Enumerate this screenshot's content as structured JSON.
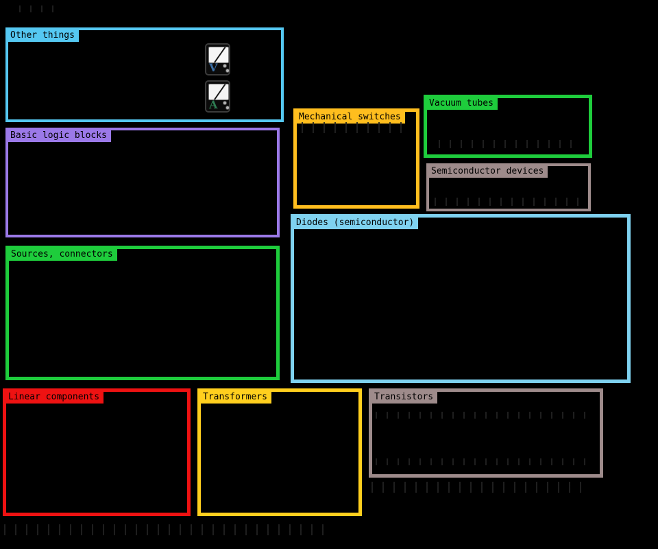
{
  "page": {
    "background": "#000000"
  },
  "groups": [
    {
      "id": "other-things",
      "label": "Other things",
      "color": "#55c8f2"
    },
    {
      "id": "basic-logic-blocks",
      "label": "Basic logic blocks",
      "color": "#9b79e8"
    },
    {
      "id": "sources-connectors",
      "label": "Sources, connectors",
      "color": "#1ecc3c"
    },
    {
      "id": "mechanical-switches",
      "label": "Mechanical switches",
      "color": "#ffbe1e"
    },
    {
      "id": "vacuum-tubes",
      "label": "Vacuum tubes",
      "color": "#1ecc3c"
    },
    {
      "id": "semiconductor-devices",
      "label": "Semiconductor devices",
      "color": "#9e8b8b"
    },
    {
      "id": "diodes-semiconductor",
      "label": "Diodes (semiconductor)",
      "color": "#7fd2f0"
    },
    {
      "id": "linear-components",
      "label": "Linear components",
      "color": "#ee1212"
    },
    {
      "id": "transformers",
      "label": "Transformers",
      "color": "#ffcf1e"
    },
    {
      "id": "transistors",
      "label": "Transistors",
      "color": "#9e8b8b"
    }
  ],
  "meters": [
    {
      "icon": "voltmeter-icon",
      "letter": "V",
      "letter_color": "#3a6ea5"
    },
    {
      "icon": "ammeter-icon",
      "letter": "A",
      "letter_color": "#2e7d52"
    }
  ]
}
